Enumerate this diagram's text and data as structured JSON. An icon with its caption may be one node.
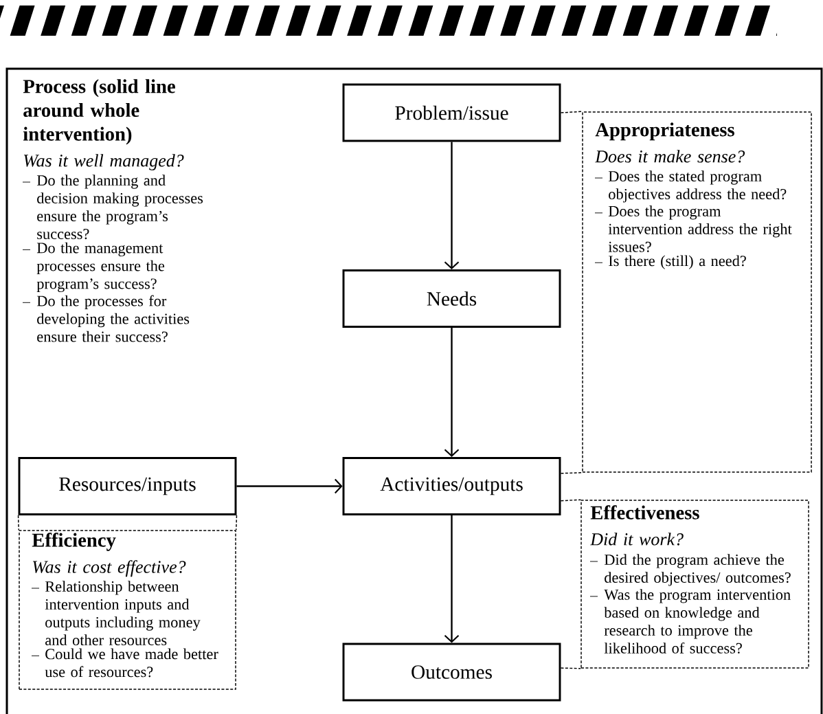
{
  "diagram": {
    "nodes": [
      {
        "text": [
          "Process (solid line around whole intervention)",
          "Was it well managed?",
          "Do the planning and decision making processes ensure the program’s success?",
          "Do the management processes ensure the program’s success?",
          "Do the processes for developing the activities ensure their success?"
        ]
      },
      {
        "text": [
          "Problem/issue"
        ],
        "in": 0
      },
      {
        "text": [
          "Needs"
        ],
        "in": 0
      },
      {
        "text": [
          "Resources/inputs"
        ],
        "in": 0
      },
      {
        "text": [
          "Activities/outputs"
        ],
        "in": 0
      },
      {
        "text": [
          "Outcomes"
        ],
        "in": 0
      },
      {
        "text": [
          "Appropriateness",
          "Does it make sense?",
          "Does the stated program objectives address the need?",
          "Does the program intervention address the right issues?",
          "Is there (still) a need?"
        ],
        "in": 0
      },
      {
        "text": [
          "Efficiency",
          "Was it cost effective?",
          "Relationship between intervention inputs and outputs including money and other resources",
          "Could we have made better use of resources?"
        ],
        "in": 0
      },
      {
        "text": [
          "Effectiveness",
          "Did it work?",
          "Did the program achieve the desired objectives/ outcomes?",
          "Was the program intervention based on knowledge and research to improve the likelihood of success?"
        ],
        "in": 0
      }
    ],
    "edges": [
      {
        "from": 1,
        "to": 2,
        "arrow": "to"
      },
      {
        "from": 2,
        "to": 4,
        "arrow": "to"
      },
      {
        "from": 3,
        "to": 4,
        "arrow": "to"
      },
      {
        "from": 4,
        "to": 5,
        "arrow": "to"
      },
      {
        "from": 1,
        "to": 6,
        "arrow": "none",
        "style": "dashed"
      },
      {
        "from": 4,
        "to": 6,
        "arrow": "none",
        "style": "dashed"
      },
      {
        "from": 4,
        "to": 8,
        "arrow": "none",
        "style": "dashed"
      },
      {
        "from": 5,
        "to": 8,
        "arrow": "none",
        "style": "dashed"
      },
      {
        "from": 3,
        "to": 7,
        "arrow": "none",
        "style": "dashed"
      },
      {
        "from": 3,
        "to": 7,
        "arrow": "none",
        "style": "dashed"
      }
    ]
  }
}
